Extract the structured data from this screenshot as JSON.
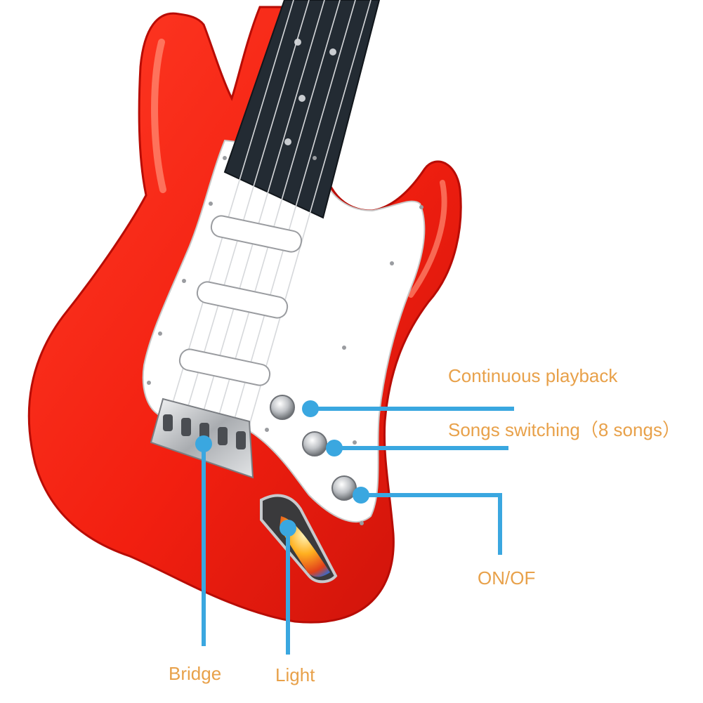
{
  "labels": {
    "continuous_playback": "Continuous playback",
    "songs_switching": "Songs switching（8 songs）",
    "on_off": "ON/OF",
    "bridge": "Bridge",
    "light": "Light"
  },
  "colors": {
    "body_red": "#f21f10",
    "body_dark_red": "#b80c05",
    "body_highlight": "#ff7a63",
    "pickguard": "#ffffff",
    "fretboard": "#232b33",
    "callout_line": "#3aa7e0",
    "callout_dot": "#3aa7e0",
    "label_text": "#e8a14a",
    "chrome": "#c7c9cc"
  }
}
